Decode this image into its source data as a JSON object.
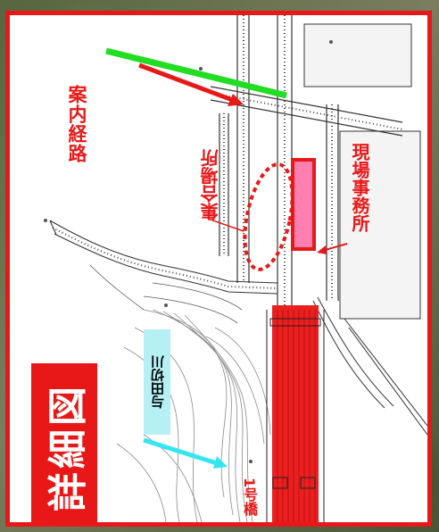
{
  "map": {
    "title": "詳細図",
    "river_label": "与田切川",
    "labels": {
      "route": "案内経路",
      "assembly_point": "集合場所",
      "site_office": "現場事務所",
      "bridge": "1号橋"
    },
    "colors": {
      "frame": "#e81818",
      "title_bg": "#e81818",
      "route_arrow": "#e81818",
      "green_line": "#22dd22",
      "cyan_arrow": "#33e6f0",
      "river_label_bg": "#b5f0f4",
      "office_fill": "#ff7fb0",
      "bridge_fill": "#e82020"
    }
  }
}
